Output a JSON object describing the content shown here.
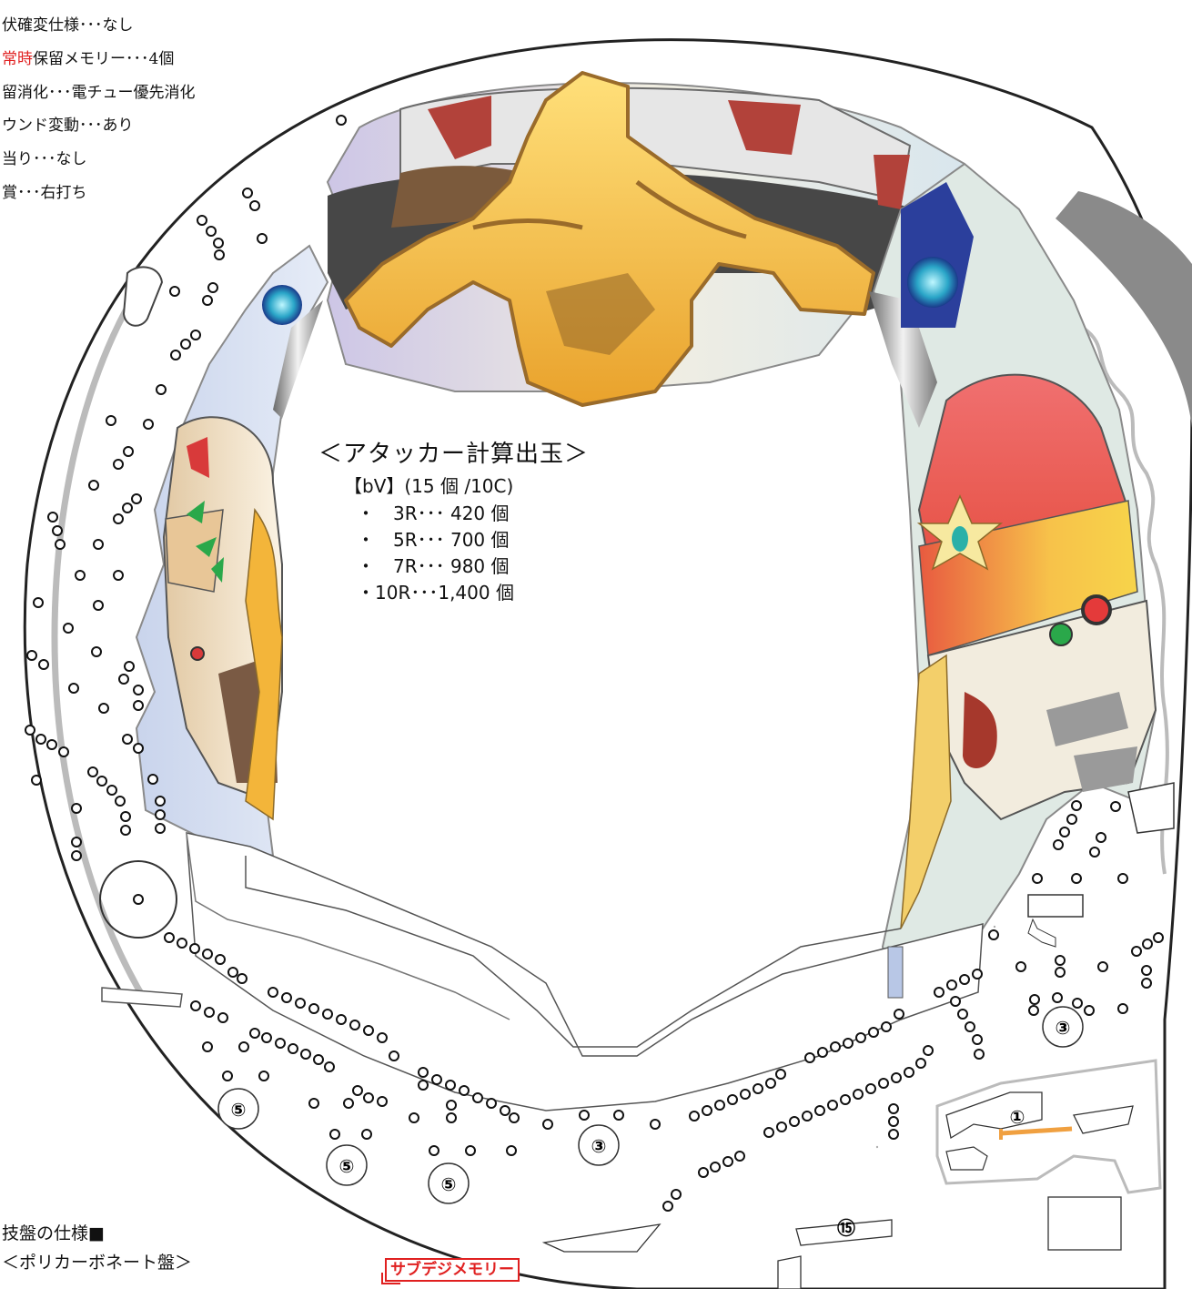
{
  "spec_lines": [
    {
      "pre": "伏確変仕様･･･なし",
      "hl": "",
      "post": ""
    },
    {
      "pre": "",
      "hl": "常時",
      "post": "保留メモリー･･･4個"
    },
    {
      "pre": "留消化･･･電チュー優先消化",
      "hl": "",
      "post": ""
    },
    {
      "pre": "ウンド変動･･･あり",
      "hl": "",
      "post": ""
    },
    {
      "pre": "当り･･･なし",
      "hl": "",
      "post": ""
    },
    {
      "pre": "賞･･･右打ち",
      "hl": "",
      "post": ""
    }
  ],
  "attacker": {
    "title": "＜アタッカー計算出玉＞",
    "subtitle": "【bV】(15 個 /10C)",
    "rows": [
      "・　3R･･･  420 個",
      "・　5R･･･  700 個",
      "・　7R･･･  980 個",
      "・10R･･･1,400 個"
    ]
  },
  "pockets": [
    {
      "label": "③",
      "kind": "upper-right"
    },
    {
      "label": "③",
      "kind": "center-bottom"
    },
    {
      "label": "⑤",
      "kind": "left-1"
    },
    {
      "label": "⑤",
      "kind": "left-2"
    },
    {
      "label": "⑤",
      "kind": "left-3"
    },
    {
      "label": "①",
      "kind": "right-attacker"
    },
    {
      "label": "⑮",
      "kind": "right-bottom"
    }
  ],
  "bottom": {
    "board_spec": "技盤の仕様■",
    "material": "＜ポリカーボネート盤＞",
    "sub_memory": "サブデジメモリー"
  },
  "colors": {
    "gold": "#f3b53a",
    "red_text": "#e02020",
    "attacker_bar": "#f0a040"
  }
}
